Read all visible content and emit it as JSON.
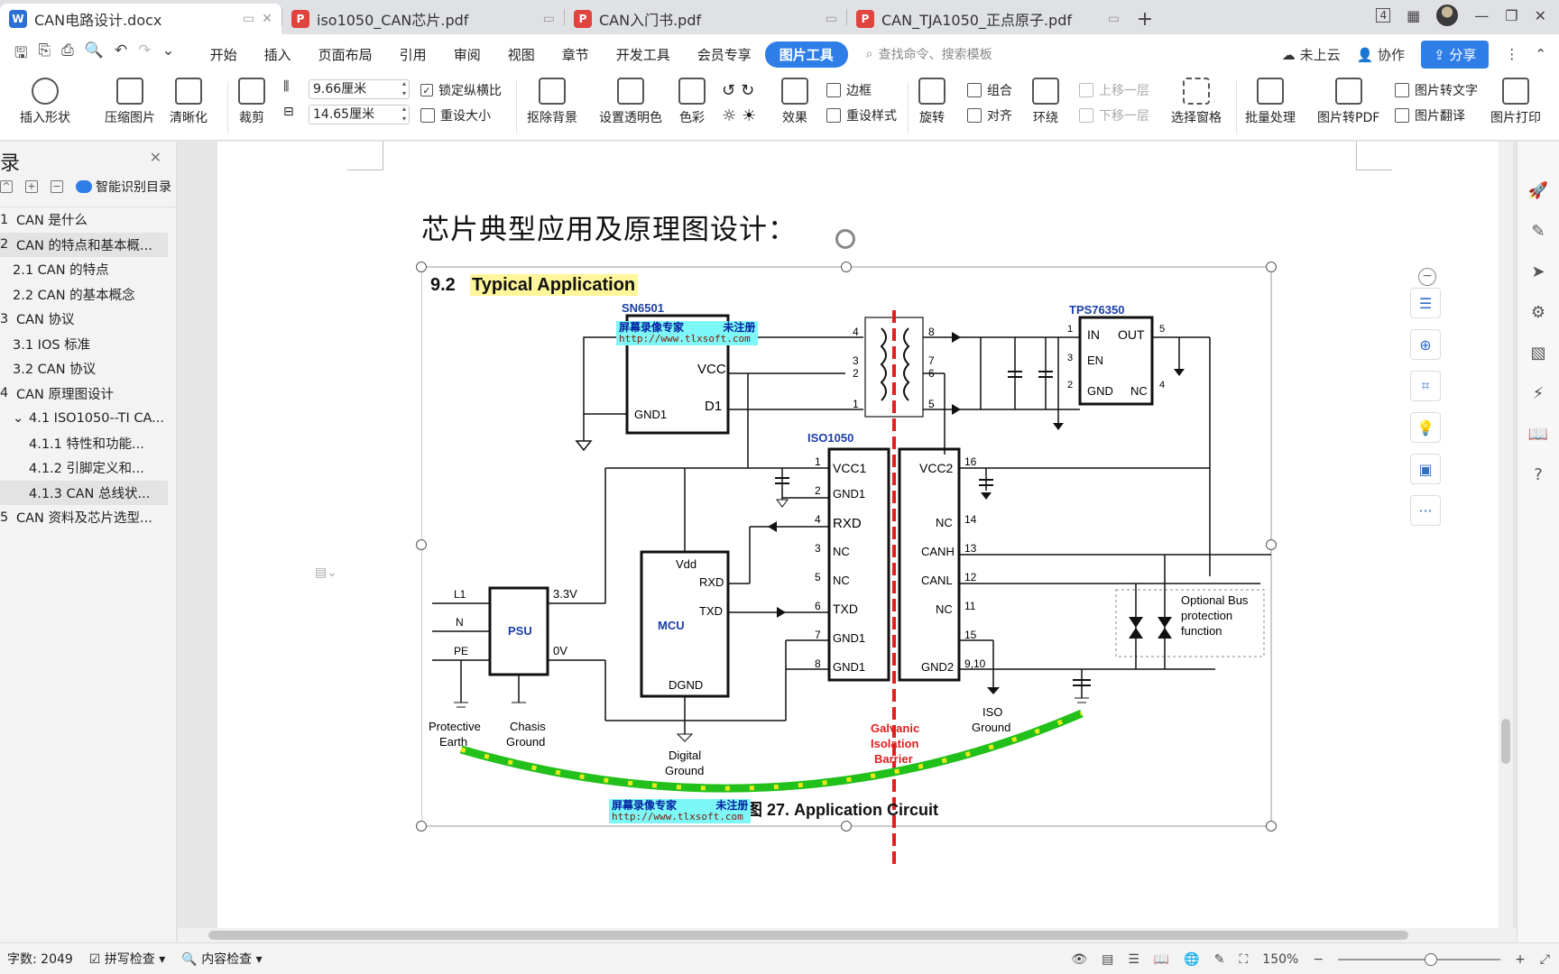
{
  "tabs": [
    {
      "label": "CAN电路设计.docx",
      "type": "docx",
      "active": true
    },
    {
      "label": "iso1050_CAN芯片.pdf",
      "type": "pdf",
      "active": false
    },
    {
      "label": "CAN入门书.pdf",
      "type": "pdf",
      "active": false
    },
    {
      "label": "CAN_TJA1050_正点原子.pdf",
      "type": "pdf",
      "active": false
    }
  ],
  "window": {
    "page_count_badge": "4"
  },
  "menu": {
    "items": [
      "开始",
      "插入",
      "页面布局",
      "引用",
      "审阅",
      "视图",
      "章节",
      "开发工具",
      "会员专享"
    ],
    "active_item": "图片工具",
    "search_placeholder": "查找命令、搜索模板",
    "cloud": "未上云",
    "collab": "协作",
    "share": "分享"
  },
  "ribbon": {
    "insert_shape": "插入形状",
    "compress": "压缩图片",
    "sharpen": "清晰化",
    "crop": "裁剪",
    "height_value": "9.66厘米",
    "width_value": "14.65厘米",
    "lock_ratio": "锁定纵横比",
    "reset_size": "重设大小",
    "remove_bg": "抠除背景",
    "set_transparent": "设置透明色",
    "color": "色彩",
    "effects": "效果",
    "border": "边框",
    "reset_style": "重设样式",
    "rotate": "旋转",
    "group": "组合",
    "align": "对齐",
    "wrap": "环绕",
    "bring_forward": "上移一层",
    "send_backward": "下移一层",
    "selection_pane": "选择窗格",
    "batch": "批量处理",
    "to_pdf": "图片转PDF",
    "to_text": "图片转文字",
    "translate": "图片翻译",
    "print": "图片打印"
  },
  "sidebar": {
    "title": "录",
    "smart_toc": "智能识别目录",
    "items": [
      {
        "num": "1",
        "label": "CAN 是什么",
        "level": 1,
        "selected": false
      },
      {
        "num": "2",
        "label": "CAN 的特点和基本概...",
        "level": 1,
        "selected": true
      },
      {
        "num": "",
        "label": "2.1 CAN 的特点",
        "level": 2,
        "selected": false
      },
      {
        "num": "",
        "label": "2.2 CAN 的基本概念",
        "level": 2,
        "selected": false
      },
      {
        "num": "3",
        "label": "CAN 协议",
        "level": 1,
        "selected": false
      },
      {
        "num": "",
        "label": "3.1 IOS 标准",
        "level": 2,
        "selected": false
      },
      {
        "num": "",
        "label": "3.2 CAN 协议",
        "level": 2,
        "selected": false
      },
      {
        "num": "4",
        "label": "CAN 原理图设计",
        "level": 1,
        "selected": false
      },
      {
        "num": "⌄",
        "label": "4.1 ISO1050--TI CA...",
        "level": 2,
        "selected": false
      },
      {
        "num": "",
        "label": "4.1.1 特性和功能...",
        "level": 3,
        "selected": false
      },
      {
        "num": "",
        "label": "4.1.2 引脚定义和...",
        "level": 3,
        "selected": false
      },
      {
        "num": "",
        "label": "4.1.3 CAN 总线状...",
        "level": 3,
        "selected": true
      },
      {
        "num": "5",
        "label": "CAN 资料及芯片选型...",
        "level": 1,
        "selected": false
      }
    ]
  },
  "document": {
    "heading": "芯片典型应用及原理图设计：",
    "figure": {
      "section": "9.2",
      "section_title": "Typical Application",
      "caption": "图 27.  Application Circuit",
      "labels": {
        "sn6501": "SN6501",
        "tps": "TPS76350",
        "iso1050": "ISO1050",
        "vcc": "VCC",
        "d1": "D1",
        "gnd1": "GND1",
        "in": "IN",
        "out": "OUT",
        "en": "EN",
        "gnd": "GND",
        "nc": "NC",
        "vcc1": "VCC1",
        "vcc2": "VCC2",
        "rxd": "RXD",
        "txd": "TXD",
        "canh": "CANH",
        "canl": "CANL",
        "gnd2": "GND2",
        "vdd": "Vdd",
        "mcu": "MCU",
        "dgnd": "DGND",
        "psu": "PSU",
        "l1": "L1",
        "n": "N",
        "pe": "PE",
        "v33": "3.3V",
        "v0": "0V",
        "protective_earth": "Protective Earth",
        "chassis_ground": "Chasis Ground",
        "digital_ground": "Digital Ground",
        "galvanic": "Galvanic Isolation Barrier",
        "iso_ground": "ISO Ground",
        "optional_bus": "Optional Bus protection function"
      }
    },
    "watermark_line1": "屏幕录像专家      未注册",
    "watermark_line2": "http://www.tlxsoft.com"
  },
  "status": {
    "word_count": "字数: 2049",
    "spell_check": "拼写检查",
    "content_check": "内容检查",
    "zoom": "150%"
  },
  "colors": {
    "accent": "#2f7ee8",
    "barrier": "#e02020",
    "ground_arc": "#22c01a",
    "tab_bar": "#dfe1e5"
  }
}
